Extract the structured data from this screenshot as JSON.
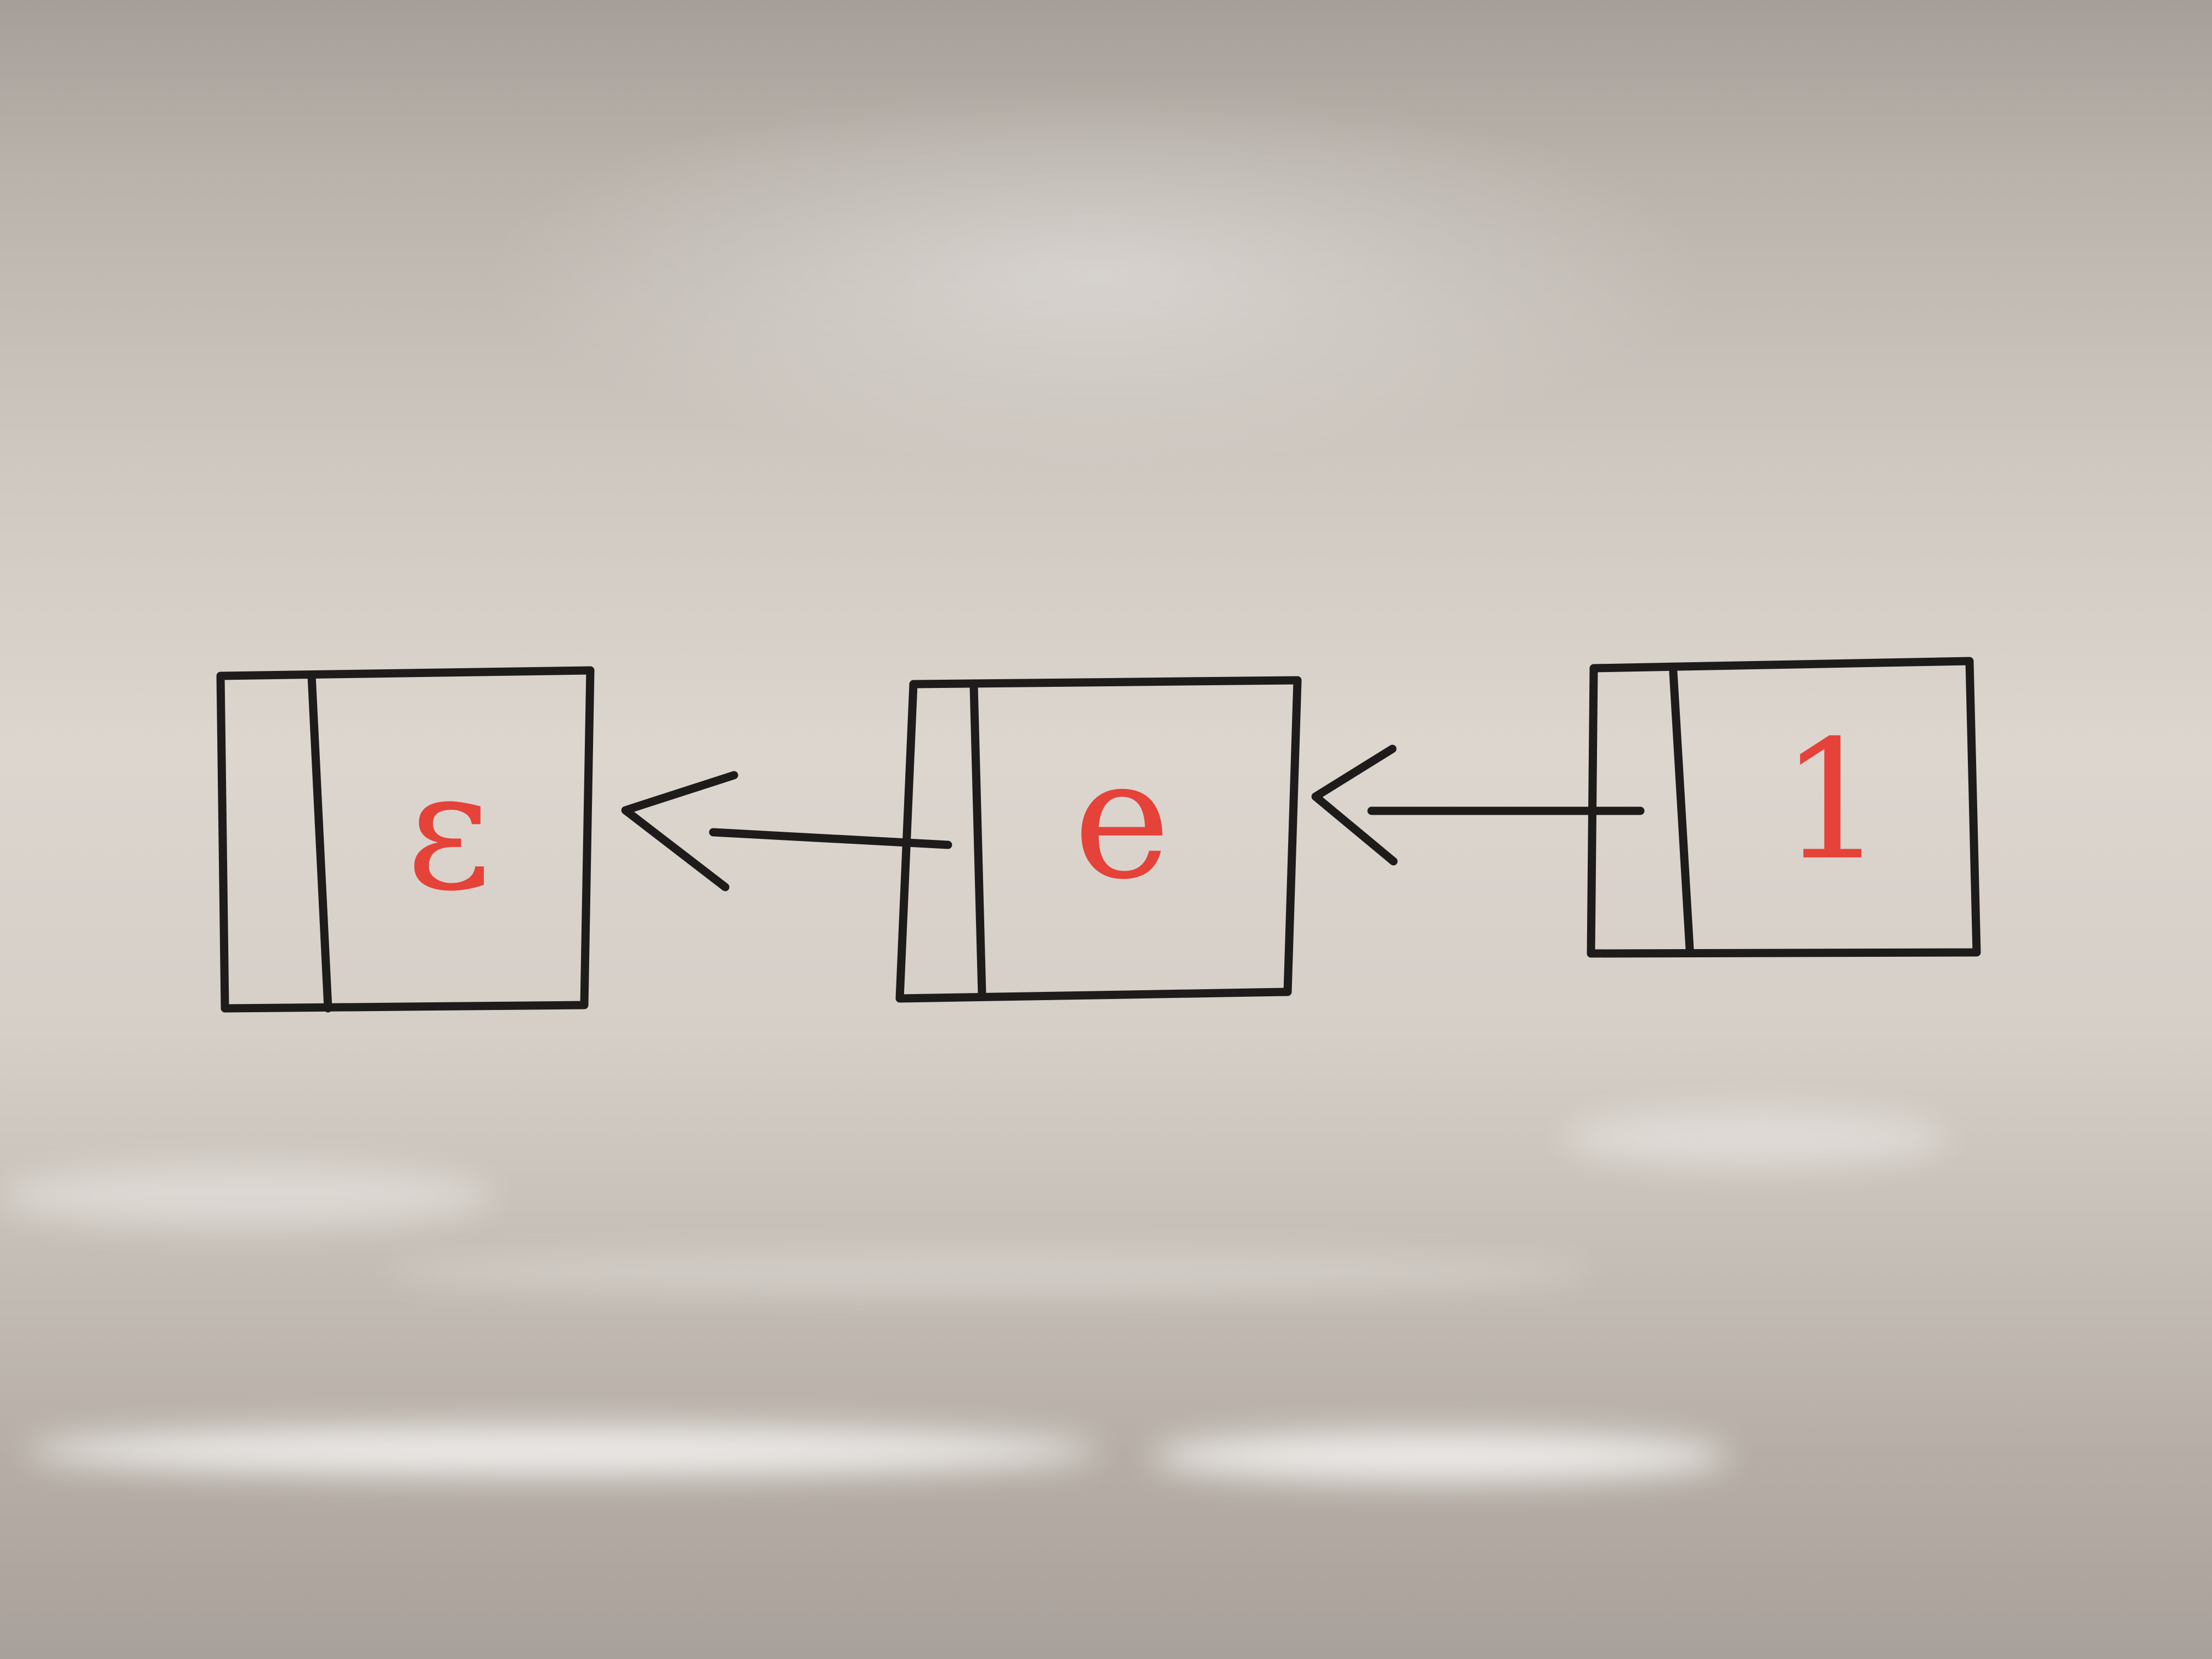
{
  "nodes": [
    {
      "label": "ε"
    },
    {
      "label": "e"
    },
    {
      "label": "1"
    }
  ],
  "edges": [
    {
      "from": 1,
      "to": 0
    },
    {
      "from": 2,
      "to": 1
    }
  ],
  "colors": {
    "marker_black": "#1e1c1a",
    "marker_red": "#e5423a"
  }
}
